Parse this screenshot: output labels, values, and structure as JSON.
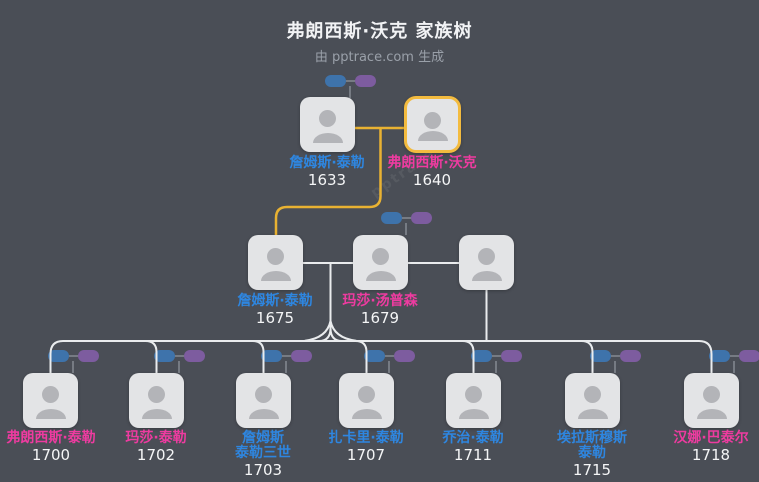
{
  "header": {
    "title": "弗朗西斯·沃克 家族树",
    "subtitle": "由 pptrace.com 生成"
  },
  "watermark": "pptrace",
  "colors": {
    "background": "#4a4e56",
    "card": "#e3e4e6",
    "avatar": "#b3b4b8",
    "male_name": "#2e86e0",
    "female_name": "#ee3ba0",
    "year_text": "#f4f5f6",
    "connector_white": "#eaecee",
    "connector_amber": "#e9b232",
    "pill_blue": "#3e73ab",
    "pill_purple": "#7d5c9f",
    "highlight_border": "#f3bb3f"
  },
  "generations": {
    "gen1": [
      {
        "name": "詹姆斯·泰勒",
        "year": "1633",
        "gender": "male"
      },
      {
        "name": "弗朗西斯·沃克",
        "year": "1640",
        "gender": "female",
        "highlighted": "true"
      }
    ],
    "gen2": [
      {
        "name": "詹姆斯·泰勒",
        "year": "1675",
        "gender": "male"
      },
      {
        "name": "玛莎·汤普森",
        "year": "1679",
        "gender": "female"
      },
      {
        "name": "",
        "year": "",
        "gender": "male"
      }
    ],
    "gen3": [
      {
        "name": "弗朗西斯·泰勒",
        "year": "1700",
        "gender": "female"
      },
      {
        "name": "玛莎·泰勒",
        "year": "1702",
        "gender": "female"
      },
      {
        "name": "詹姆斯\n泰勒三世",
        "year": "1703",
        "gender": "male"
      },
      {
        "name": "扎卡里·泰勒",
        "year": "1707",
        "gender": "male"
      },
      {
        "name": "乔治·泰勒",
        "year": "1711",
        "gender": "male"
      },
      {
        "name": "埃拉斯穆斯\n泰勒",
        "year": "1715",
        "gender": "male"
      },
      {
        "name": "汉娜·巴泰尔",
        "year": "1718",
        "gender": "female"
      }
    ]
  }
}
